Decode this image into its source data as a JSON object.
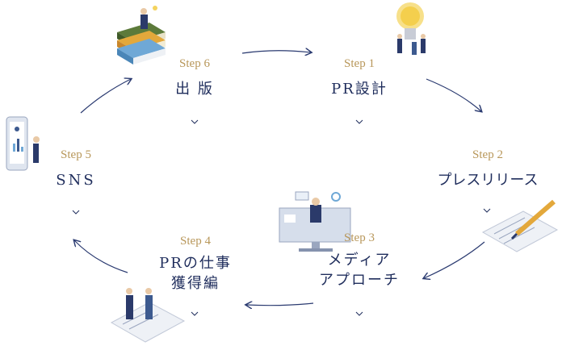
{
  "steps": [
    {
      "label": "Step 1",
      "title": "PR設計"
    },
    {
      "label": "Step 2",
      "title": "プレスリリース"
    },
    {
      "label": "Step 3",
      "title_line1": "メディア",
      "title_line2": "アプローチ"
    },
    {
      "label": "Step 4",
      "title_line1": "PRの仕事",
      "title_line2": "獲得編"
    },
    {
      "label": "Step 5",
      "title": "SNS"
    },
    {
      "label": "Step 6",
      "title": "出 版"
    }
  ],
  "colors": {
    "navy": "#1f2d5c",
    "gold": "#b8975a",
    "arrow": "#2a3a70"
  }
}
